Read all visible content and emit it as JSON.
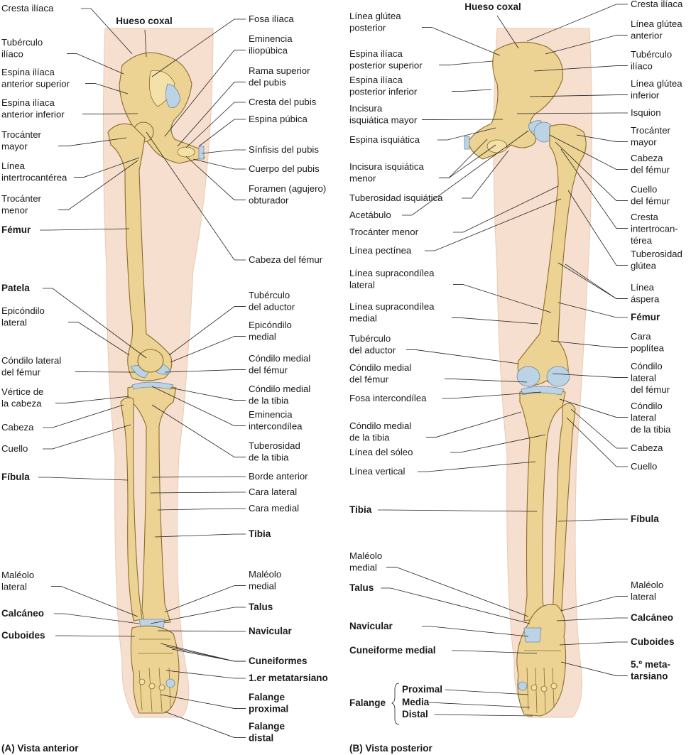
{
  "panel_a": {
    "caption": "(A) Vista anterior",
    "labels_left": [
      {
        "lines": [
          "Cresta ilíaca"
        ],
        "bold": false
      },
      {
        "lines": [
          "Tubérculo",
          "ilíaco"
        ],
        "bold": false
      },
      {
        "lines": [
          "Espina ilíaca",
          "anterior superior"
        ],
        "bold": false
      },
      {
        "lines": [
          "Espina ilíaca",
          "anterior inferior"
        ],
        "bold": false
      },
      {
        "lines": [
          "Trocánter",
          "mayor"
        ],
        "bold": false
      },
      {
        "lines": [
          "Línea",
          "intertrocantérea"
        ],
        "bold": false
      },
      {
        "lines": [
          "Trocánter",
          "menor"
        ],
        "bold": false
      },
      {
        "lines": [
          "Fémur"
        ],
        "bold": true
      },
      {
        "lines": [
          "Patela"
        ],
        "bold": true
      },
      {
        "lines": [
          "Epicóndilo",
          "lateral"
        ],
        "bold": false
      },
      {
        "lines": [
          "Cóndilo lateral",
          "del fémur"
        ],
        "bold": false
      },
      {
        "lines": [
          "Vértice de",
          "la cabeza"
        ],
        "bold": false
      },
      {
        "lines": [
          "Cabeza"
        ],
        "bold": false
      },
      {
        "lines": [
          "Cuello"
        ],
        "bold": false
      },
      {
        "lines": [
          "Fíbula"
        ],
        "bold": true
      },
      {
        "lines": [
          "Maléolo",
          "lateral"
        ],
        "bold": false
      },
      {
        "lines": [
          "Calcáneo"
        ],
        "bold": true
      },
      {
        "lines": [
          "Cuboides"
        ],
        "bold": true
      }
    ],
    "labels_right": [
      {
        "lines": [
          "Fosa ilíaca"
        ],
        "bold": false
      },
      {
        "lines": [
          "Eminencia",
          "iliopúbica"
        ],
        "bold": false
      },
      {
        "lines": [
          "Rama superior",
          "del pubis"
        ],
        "bold": false
      },
      {
        "lines": [
          "Cresta del pubis"
        ],
        "bold": false
      },
      {
        "lines": [
          "Espina púbica"
        ],
        "bold": false
      },
      {
        "lines": [
          "Sínfisis del pubis"
        ],
        "bold": false
      },
      {
        "lines": [
          "Cuerpo del pubis"
        ],
        "bold": false
      },
      {
        "lines": [
          "Foramen (agujero)",
          "obturador"
        ],
        "bold": false
      },
      {
        "lines": [
          "Cabeza del fémur"
        ],
        "bold": false
      },
      {
        "lines": [
          "Tubérculo",
          "del aductor"
        ],
        "bold": false
      },
      {
        "lines": [
          "Epicóndilo",
          "medial"
        ],
        "bold": false
      },
      {
        "lines": [
          "Cóndilo medial",
          "del fémur"
        ],
        "bold": false
      },
      {
        "lines": [
          "Cóndilo medial",
          "de la tibia"
        ],
        "bold": false
      },
      {
        "lines": [
          "Eminencia",
          "intercondílea"
        ],
        "bold": false
      },
      {
        "lines": [
          "Tuberosidad",
          "de la tibia"
        ],
        "bold": false
      },
      {
        "lines": [
          "Borde anterior"
        ],
        "bold": false
      },
      {
        "lines": [
          "Cara lateral"
        ],
        "bold": false
      },
      {
        "lines": [
          "Cara medial"
        ],
        "bold": false
      },
      {
        "lines": [
          "Tibia"
        ],
        "bold": true
      },
      {
        "lines": [
          "Maléolo",
          "medial"
        ],
        "bold": false
      },
      {
        "lines": [
          "Talus"
        ],
        "bold": true
      },
      {
        "lines": [
          "Navicular"
        ],
        "bold": true
      },
      {
        "lines": [
          "Cuneiformes"
        ],
        "bold": true
      },
      {
        "lines": [
          "1.er metatarsiano"
        ],
        "bold": true
      },
      {
        "lines": [
          "Falange",
          "proximal"
        ],
        "bold": true
      },
      {
        "lines": [
          "Falange",
          "distal"
        ],
        "bold": true
      }
    ],
    "labels_top": [
      {
        "lines": [
          "Hueso coxal"
        ],
        "bold": true
      }
    ]
  },
  "panel_b": {
    "caption": "(B) Vista posterior",
    "labels_left": [
      {
        "lines": [
          "Línea glútea",
          "posterior"
        ],
        "bold": false
      },
      {
        "lines": [
          "Espina ilíaca",
          "posterior superior"
        ],
        "bold": false
      },
      {
        "lines": [
          "Espina ilíaca",
          "posterior inferior"
        ],
        "bold": false
      },
      {
        "lines": [
          "Incisura",
          "isquiática mayor"
        ],
        "bold": false
      },
      {
        "lines": [
          "Espina isquiática"
        ],
        "bold": false
      },
      {
        "lines": [
          "Incisura isquiática",
          "menor"
        ],
        "bold": false
      },
      {
        "lines": [
          "Tuberosidad isquiática"
        ],
        "bold": false
      },
      {
        "lines": [
          "Acetábulo"
        ],
        "bold": false
      },
      {
        "lines": [
          "Trocánter menor"
        ],
        "bold": false
      },
      {
        "lines": [
          "Línea pectínea"
        ],
        "bold": false
      },
      {
        "lines": [
          "Línea supracondílea",
          "lateral"
        ],
        "bold": false
      },
      {
        "lines": [
          "Línea supracondílea",
          "medial"
        ],
        "bold": false
      },
      {
        "lines": [
          "Tubérculo",
          "del aductor"
        ],
        "bold": false
      },
      {
        "lines": [
          "Cóndilo medial",
          "del fémur"
        ],
        "bold": false
      },
      {
        "lines": [
          "Fosa intercondílea"
        ],
        "bold": false
      },
      {
        "lines": [
          "Cóndilo medial",
          "de la tibia"
        ],
        "bold": false
      },
      {
        "lines": [
          "Línea del sóleo"
        ],
        "bold": false
      },
      {
        "lines": [
          "Línea vertical"
        ],
        "bold": false
      },
      {
        "lines": [
          "Tibia"
        ],
        "bold": true
      },
      {
        "lines": [
          "Maléolo",
          "medial"
        ],
        "bold": false
      },
      {
        "lines": [
          "Talus"
        ],
        "bold": true
      },
      {
        "lines": [
          "Navicular"
        ],
        "bold": true
      },
      {
        "lines": [
          "Cuneiforme medial"
        ],
        "bold": true
      },
      {
        "lines": [
          "Falange"
        ],
        "bold": true
      }
    ],
    "labels_right": [
      {
        "lines": [
          "Cresta ilíaca"
        ],
        "bold": false
      },
      {
        "lines": [
          "Línea glútea",
          "anterior"
        ],
        "bold": false
      },
      {
        "lines": [
          "Tubérculo",
          "ilíaco"
        ],
        "bold": false
      },
      {
        "lines": [
          "Línea glútea",
          "inferior"
        ],
        "bold": false
      },
      {
        "lines": [
          "Isquion"
        ],
        "bold": false
      },
      {
        "lines": [
          "Trocánter",
          "mayor"
        ],
        "bold": false
      },
      {
        "lines": [
          "Cabeza",
          "del fémur"
        ],
        "bold": false
      },
      {
        "lines": [
          "Cuello",
          "del fémur"
        ],
        "bold": false
      },
      {
        "lines": [
          "Cresta",
          "intertrocan-",
          "térea"
        ],
        "bold": false
      },
      {
        "lines": [
          "Tuberosidad",
          "glútea"
        ],
        "bold": false
      },
      {
        "lines": [
          "Línea",
          "áspera"
        ],
        "bold": false
      },
      {
        "lines": [
          "Fémur"
        ],
        "bold": true
      },
      {
        "lines": [
          "Cara",
          "poplítea"
        ],
        "bold": false
      },
      {
        "lines": [
          "Cóndilo",
          "lateral",
          "del fémur"
        ],
        "bold": false
      },
      {
        "lines": [
          "Cóndilo",
          "lateral",
          "de la tibia"
        ],
        "bold": false
      },
      {
        "lines": [
          "Cabeza"
        ],
        "bold": false
      },
      {
        "lines": [
          "Cuello"
        ],
        "bold": false
      },
      {
        "lines": [
          "Fíbula"
        ],
        "bold": true
      },
      {
        "lines": [
          "Maléolo",
          "lateral"
        ],
        "bold": false
      },
      {
        "lines": [
          "Calcáneo"
        ],
        "bold": true
      },
      {
        "lines": [
          "Cuboides"
        ],
        "bold": true
      },
      {
        "lines": [
          "5.º meta-",
          "tarsiano"
        ],
        "bold": true
      }
    ],
    "labels_top": [
      {
        "lines": [
          "Hueso coxal"
        ],
        "bold": true
      }
    ],
    "phalanx_parts": [
      "Proximal",
      "Media",
      "Distal"
    ]
  },
  "colors": {
    "bone": "#ecd393",
    "bone_outline": "#8a6c2d",
    "cartilage": "#bcd3e6",
    "skin_silhouette": "#f7dfcf",
    "leader_line": "#222222"
  }
}
